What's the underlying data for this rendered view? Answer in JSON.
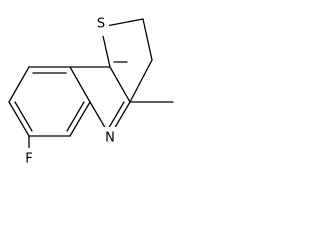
{
  "molecule": {
    "atoms": {
      "sulfur": "S",
      "nitrogen": "N",
      "fluorine": "F"
    }
  }
}
